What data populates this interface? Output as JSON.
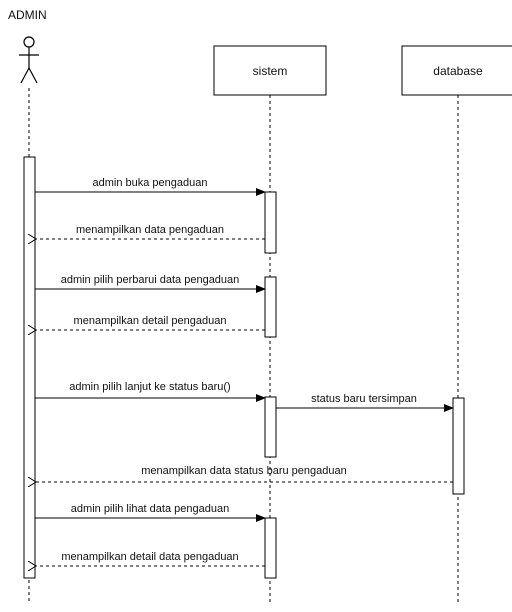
{
  "actor": {
    "label": "ADMIN"
  },
  "participants": {
    "sistem": "sistem",
    "database": "database"
  },
  "messages": [
    {
      "text": "admin buka pengaduan"
    },
    {
      "text": "menampilkan data pengaduan"
    },
    {
      "text": "admin pilih perbarui data pengaduan"
    },
    {
      "text": "menampilkan detail pengaduan"
    },
    {
      "text": "admin pilih lanjut ke status baru()"
    },
    {
      "text": "status baru tersimpan"
    },
    {
      "text": "menampilkan data status baru pengaduan"
    },
    {
      "text": "admin pilih lihat data pengaduan"
    },
    {
      "text": "menampilkan detail data pengaduan"
    }
  ]
}
